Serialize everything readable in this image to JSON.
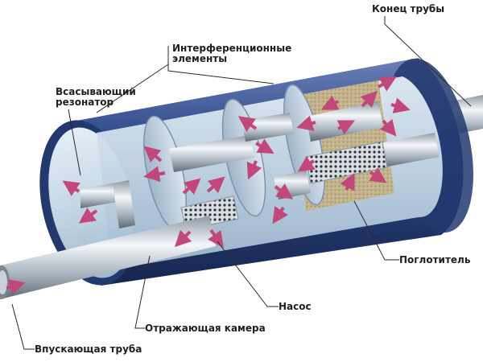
{
  "labels": {
    "pipe_end": "Конец трубы",
    "interference_line1": "Интерференционные",
    "interference_line2": "элементы",
    "suction_line1": "Всасывающий",
    "suction_line2": "резонатор",
    "absorber": "Поглотитель",
    "pump": "Насос",
    "reflecting_chamber": "Отражающая камера",
    "inlet_pipe": "Впускающая труба"
  },
  "colors": {
    "shell_outer": "#2b3f7a",
    "shell_inner": "#c9dbe8",
    "pipe_metal": "#b9c4cf",
    "flow_arrow": "#c2477a",
    "absorber_fill": "#bfae84",
    "label_text": "#1f1f1f"
  },
  "icons": {
    "flow_arrow": "exhaust-flow-arrow-icon"
  }
}
